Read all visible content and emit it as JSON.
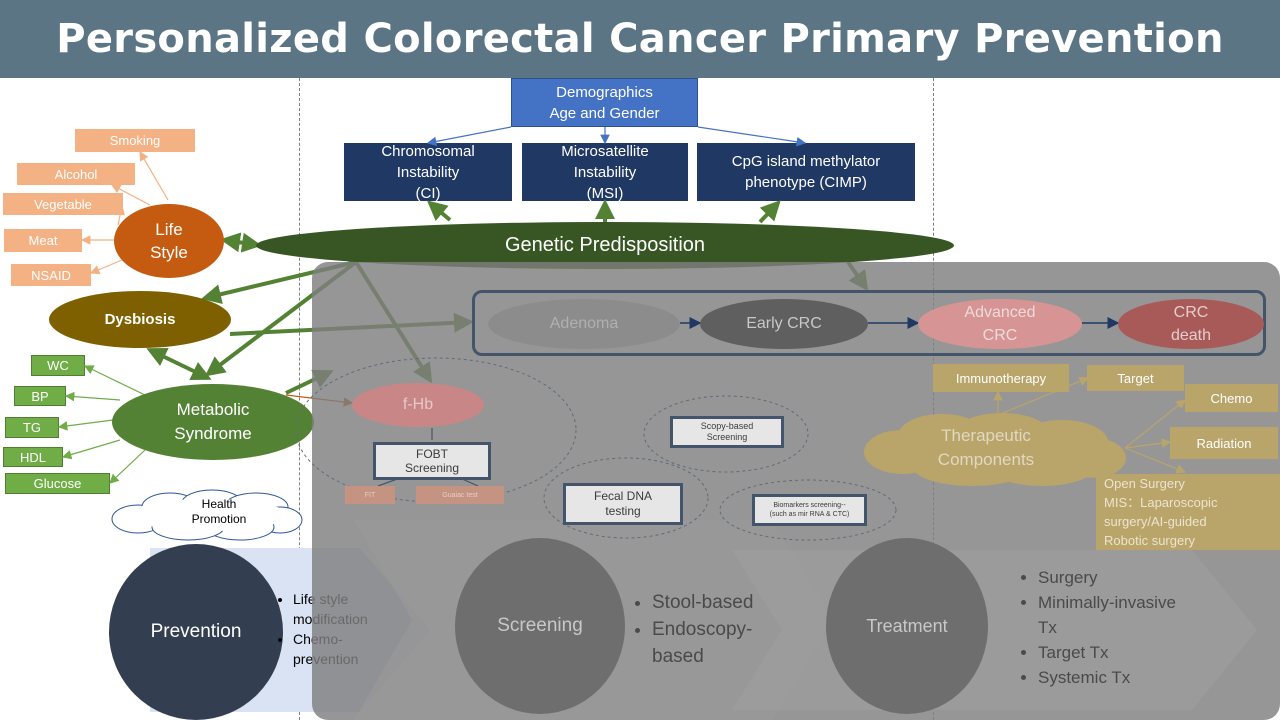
{
  "title": "Personalized Colorectal Cancer Primary Prevention",
  "demographics": {
    "line1": "Demographics",
    "line2": "Age and Gender"
  },
  "instability": {
    "ci": {
      "line1": "Chromosomal",
      "line2": "Instability",
      "line3": "(CI)"
    },
    "msi": {
      "line1": "Microsatellite",
      "line2": "Instability",
      "line3": "(MSI)"
    },
    "cimp": {
      "line1": "CpG island methylator",
      "line2": "phenotype (CIMP)"
    }
  },
  "genetic": "Genetic Predisposition",
  "lifestyle": {
    "label_line1": "Life",
    "label_line2": "Style",
    "factors": [
      "Smoking",
      "Alcohol",
      "Vegetable",
      "Meat",
      "NSAID"
    ]
  },
  "dysbiosis": "Dysbiosis",
  "metabolic": {
    "line1": "Metabolic",
    "line2": "Syndrome",
    "factors": [
      "WC",
      "BP",
      "TG",
      "HDL",
      "Glucose"
    ]
  },
  "health_promotion": {
    "line1": "Health",
    "line2": "Promotion"
  },
  "progression": [
    "Adenoma",
    "Early CRC",
    "Advanced CRC",
    "CRC death"
  ],
  "progression_split": {
    "advanced_1": "Advanced",
    "advanced_2": "CRC",
    "death_1": "CRC",
    "death_2": "death"
  },
  "screening_tools": {
    "fhb": "f-Hb",
    "fobt": {
      "line1": "FOBT",
      "line2": "Screening"
    },
    "fit": "FIT",
    "guaiac": "Guaiac test",
    "fecal_dna": {
      "line1": "Fecal DNA",
      "line2": "testing"
    },
    "scopy": {
      "line1": "Scopy-based",
      "line2": "Screening"
    },
    "biomarkers": {
      "line1": "Biomarkers screening--",
      "line2": "(such as mir RNA & CTC)"
    }
  },
  "therapeutic": {
    "line1": "Therapeutic",
    "line2": "Components",
    "items": [
      "Immunotherapy",
      "Target",
      "Chemo",
      "Radiation"
    ],
    "surgery": [
      "Open Surgery",
      "MIS：Laparoscopic",
      "surgery/AI-guided",
      "Robotic  surgery"
    ]
  },
  "stages": {
    "prevention": {
      "label": "Prevention",
      "bullets": [
        "Life style modification",
        "Chemo-prevention"
      ]
    },
    "screening": {
      "label": "Screening",
      "bullets": [
        "Stool-based",
        "Endoscopy-based"
      ]
    },
    "treatment": {
      "label": "Treatment",
      "bullets": [
        "Surgery",
        "Minimally-invasive Tx",
        "Target Tx",
        "Systemic Tx"
      ]
    }
  },
  "colors": {
    "title_bar": "#5b7585",
    "navy": "#1f3864",
    "demographics": "#4472c4",
    "genetic": "#375623",
    "lifestyle": "#c55a11",
    "lifestyle_factors": "#f4b183",
    "dysbiosis": "#7f6000",
    "metabolic": "#548235",
    "metabolic_factors": "#70ad47",
    "overlay": "#7f7f7f",
    "prevention_circle": "#333f50"
  }
}
